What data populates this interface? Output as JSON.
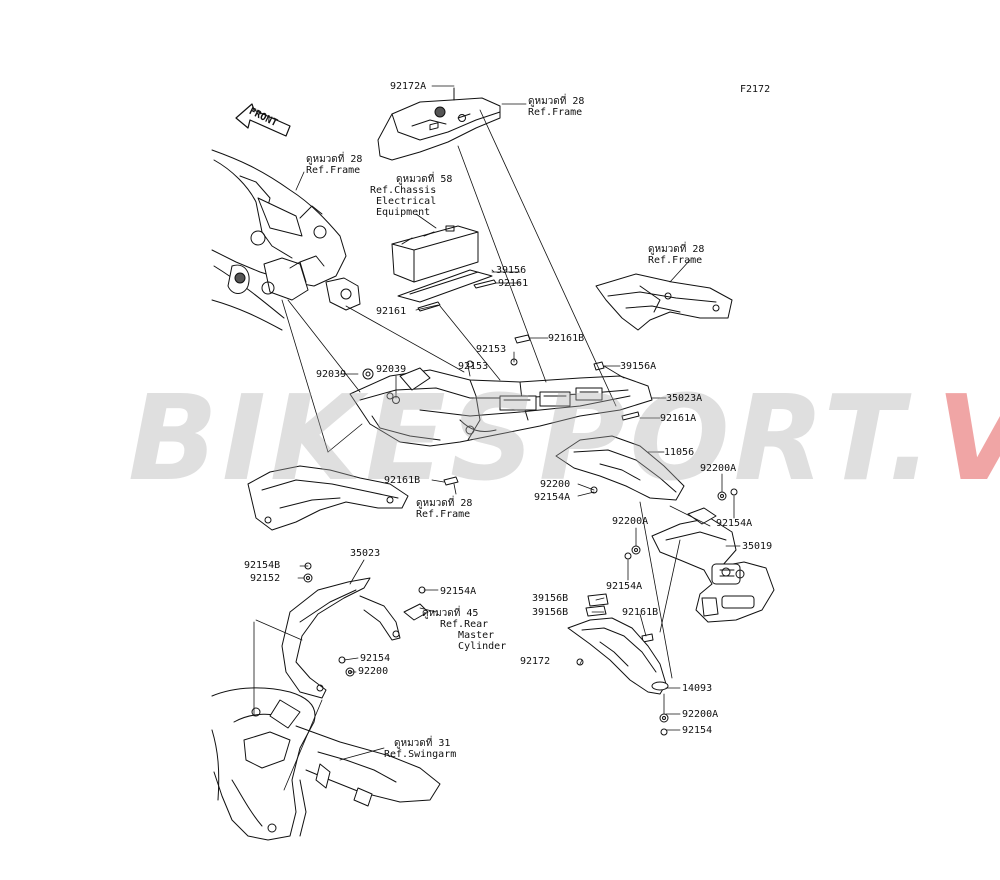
{
  "figure_id": "F2172",
  "watermark": {
    "part1": "BIKESPORT.",
    "part2": "VN",
    "accent_color": "#dc2828"
  },
  "front_marker": "FRONT",
  "references": [
    {
      "id": "ref-frame-top",
      "th": "ดูหมวดที่ 28",
      "en": "Ref.Frame"
    },
    {
      "id": "ref-frame-left",
      "th": "ดูหมวดที่ 28",
      "en": "Ref.Frame"
    },
    {
      "id": "ref-chassis",
      "th": "ดูหมวดที่ 58",
      "en": "Ref.Chassis\n Electrical\n Equipment"
    },
    {
      "id": "ref-frame-right",
      "th": "ดูหมวดที่ 28",
      "en": "Ref.Frame"
    },
    {
      "id": "ref-frame-mid",
      "th": "ดูหมวดที่ 28",
      "en": "Ref.Frame"
    },
    {
      "id": "ref-rear-master",
      "th": "ดูหมวดที่ 45",
      "en": "Ref.Rear\n   Master\n   Cylinder"
    },
    {
      "id": "ref-swingarm",
      "th": "ดูหมวดที่ 31",
      "en": "Ref.Swingarm"
    }
  ],
  "parts": [
    "92172A",
    "39156",
    "92161",
    "92161",
    "92161B",
    "92153",
    "92153",
    "92039",
    "92039",
    "39156A",
    "35023A",
    "92161A",
    "11056",
    "92200",
    "92154A",
    "92200A",
    "92154A",
    "92161B",
    "35019",
    "92200A",
    "92154A",
    "92154B",
    "35023",
    "92152",
    "92154A",
    "92154",
    "92200",
    "39156B",
    "39156B",
    "92161B",
    "92172",
    "14093",
    "92200A",
    "92154"
  ]
}
